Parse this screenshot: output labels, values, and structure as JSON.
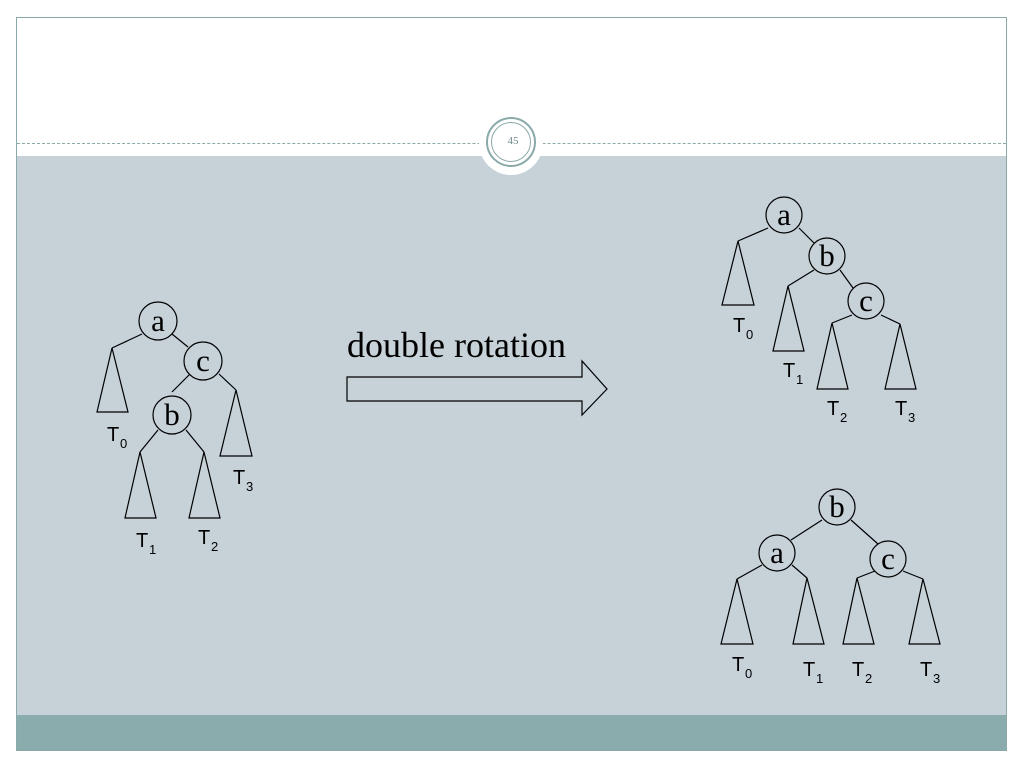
{
  "slide": {
    "number": "45"
  },
  "caption": "double rotation",
  "before_tree": {
    "nodes": [
      "a",
      "c",
      "b"
    ],
    "subtrees": [
      {
        "letter": "T",
        "index": "0"
      },
      {
        "letter": "T",
        "index": "1"
      },
      {
        "letter": "T",
        "index": "2"
      },
      {
        "letter": "T",
        "index": "3"
      }
    ]
  },
  "intermediate_tree": {
    "nodes": [
      "a",
      "b",
      "c"
    ],
    "subtrees": [
      {
        "letter": "T",
        "index": "0"
      },
      {
        "letter": "T",
        "index": "1"
      },
      {
        "letter": "T",
        "index": "2"
      },
      {
        "letter": "T",
        "index": "3"
      }
    ]
  },
  "result_tree": {
    "nodes": [
      "b",
      "a",
      "c"
    ],
    "subtrees": [
      {
        "letter": "T",
        "index": "0"
      },
      {
        "letter": "T",
        "index": "1"
      },
      {
        "letter": "T",
        "index": "2"
      },
      {
        "letter": "T",
        "index": "3"
      }
    ]
  },
  "colors": {
    "content_background": "#c6d1d8",
    "footer_bar": "#8aacac",
    "frame_line": "#8aa9a9"
  }
}
